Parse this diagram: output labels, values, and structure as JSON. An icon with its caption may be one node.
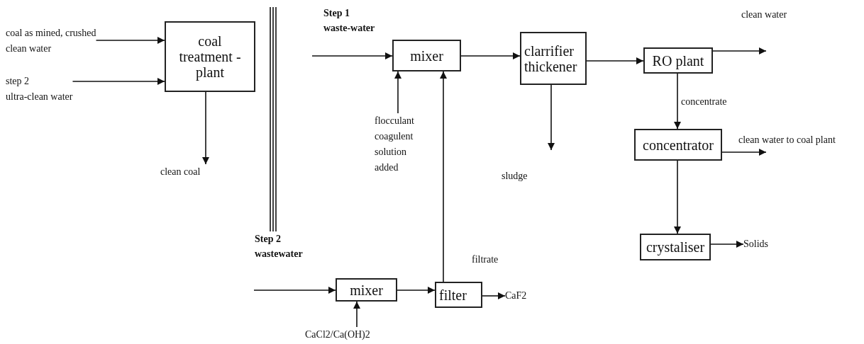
{
  "diagram": {
    "nodes": [
      {
        "text": [
          "coal as mined, crushed",
          "clean water"
        ]
      },
      {
        "text": [
          "step 2",
          "ultra-clean water"
        ]
      },
      {
        "text": [
          "coal treatment - plant"
        ]
      },
      {
        "text": [
          "clean coal"
        ]
      },
      {
        "text": [
          "mixer"
        ]
      },
      {
        "text": [
          "flocculant coagulent solution added"
        ]
      },
      {
        "text": [
          "clarrifier thickener"
        ]
      },
      {
        "text": [
          "RO plant"
        ]
      },
      {
        "text": [
          "concentrator"
        ]
      },
      {
        "text": [
          "crystaliser"
        ]
      },
      {
        "text": [
          "Solids"
        ]
      },
      {
        "text": [
          "mixer"
        ]
      },
      {
        "text": [
          "CaCl2/Ca(OH)2"
        ]
      },
      {
        "text": [
          "filter"
        ]
      },
      {
        "text": [
          "CaF2"
        ]
      }
    ],
    "edges": [
      {
        "from": 0,
        "to": 2,
        "arrow": "to"
      },
      {
        "from": 1,
        "to": 2,
        "arrow": "to"
      },
      {
        "from": 2,
        "to": 3,
        "arrow": "to"
      },
      {
        "from": null,
        "to": 4,
        "arrow": "to",
        "label": "Step 1 waste-water"
      },
      {
        "from": 5,
        "to": 4,
        "arrow": "to"
      },
      {
        "from": 13,
        "to": 4,
        "arrow": "to",
        "label": "filtrate"
      },
      {
        "from": 4,
        "to": 6,
        "arrow": "to"
      },
      {
        "from": 6,
        "to": null,
        "arrow": "to",
        "label": "sludge"
      },
      {
        "from": 6,
        "to": 7,
        "arrow": "to"
      },
      {
        "from": 7,
        "to": null,
        "arrow": "to",
        "label": "clean water"
      },
      {
        "from": 7,
        "to": 8,
        "arrow": "to",
        "label": "concentrate"
      },
      {
        "from": 8,
        "to": null,
        "arrow": "to",
        "label": "clean water to coal plant"
      },
      {
        "from": 8,
        "to": 9,
        "arrow": "to"
      },
      {
        "from": 9,
        "to": 10,
        "arrow": "to"
      },
      {
        "from": null,
        "to": 11,
        "arrow": "to",
        "label": "Step 2 wastewater"
      },
      {
        "from": 12,
        "to": 11,
        "arrow": "to"
      },
      {
        "from": 11,
        "to": 13,
        "arrow": "to"
      },
      {
        "from": 13,
        "to": 14,
        "arrow": "to"
      }
    ]
  }
}
